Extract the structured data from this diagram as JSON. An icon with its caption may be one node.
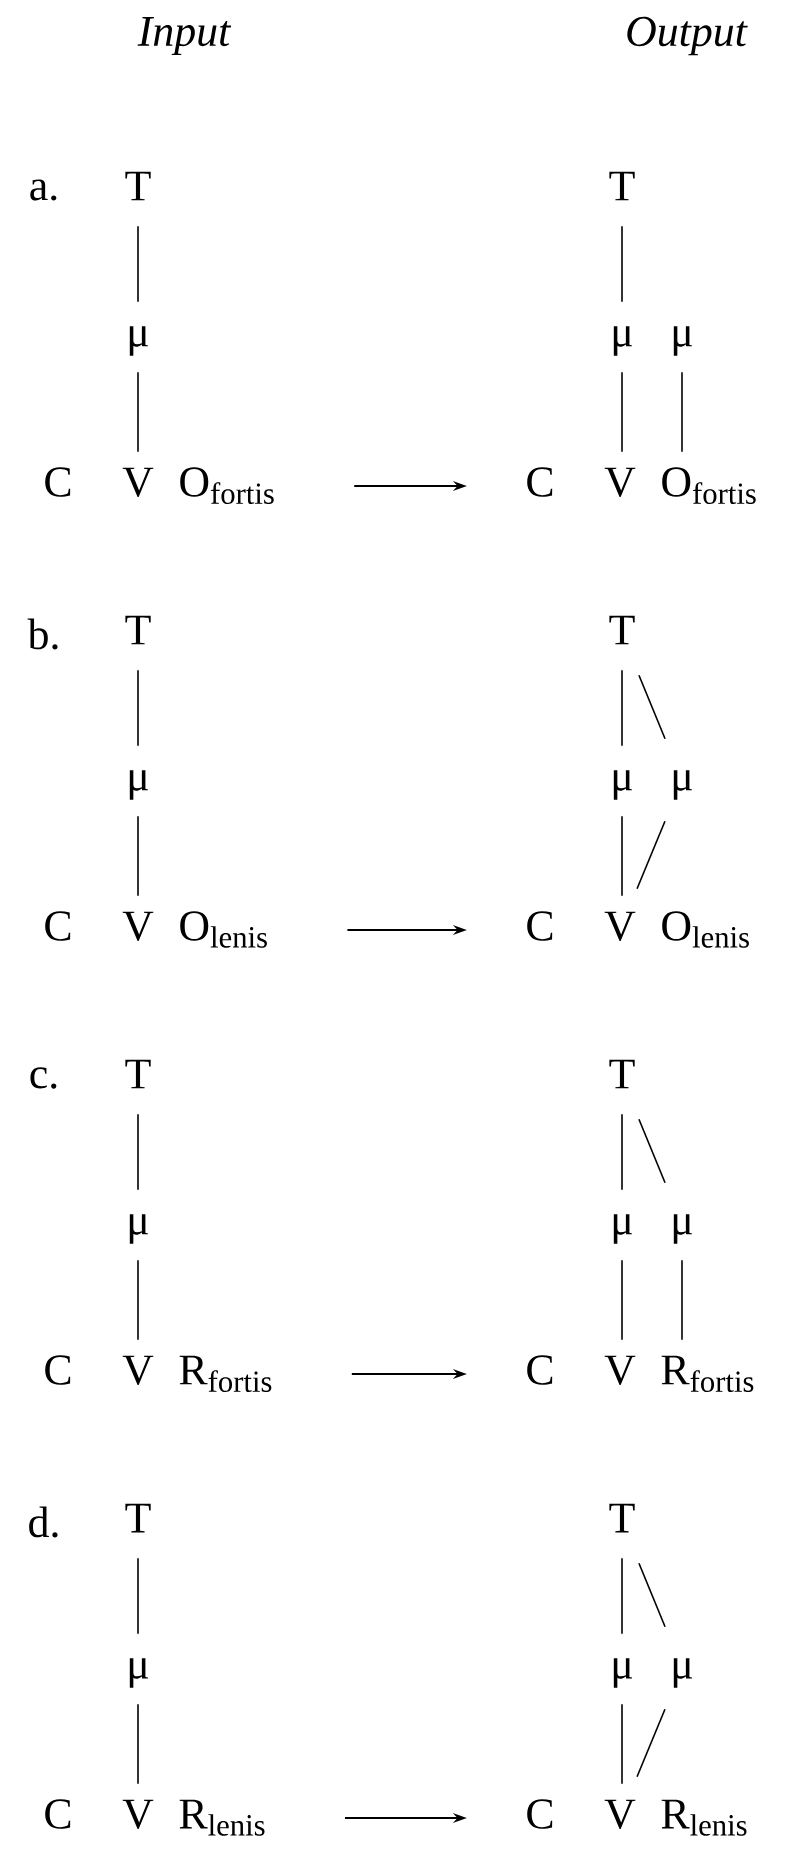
{
  "diagram": {
    "nodes": [
      {
        "text": [
          "T"
        ]
      },
      {
        "text": [
          "T"
        ]
      },
      {
        "text": [
          "μ"
        ]
      },
      {
        "text": [
          "μ"
        ]
      },
      {
        "text": [
          "μ"
        ]
      },
      {
        "text": [
          "C"
        ]
      },
      {
        "text": [
          "V"
        ]
      },
      {
        "text": [
          "O$_{fortis}$"
        ]
      },
      {
        "text": [
          "C"
        ]
      },
      {
        "text": [
          "V"
        ]
      },
      {
        "text": [
          "O$_{fortis}$"
        ]
      },
      {
        "text": [
          "T"
        ]
      },
      {
        "text": [
          "T"
        ]
      },
      {
        "text": [
          "μ"
        ]
      },
      {
        "text": [
          "μ"
        ]
      },
      {
        "text": [
          "μ"
        ]
      },
      {
        "text": [
          "C"
        ]
      },
      {
        "text": [
          "V"
        ]
      },
      {
        "text": [
          "O$_{lenis}$"
        ]
      },
      {
        "text": [
          "C"
        ]
      },
      {
        "text": [
          "V"
        ]
      },
      {
        "text": [
          "O$_{lenis}$"
        ]
      },
      {
        "text": [
          "T"
        ]
      },
      {
        "text": [
          "T"
        ]
      },
      {
        "text": [
          "μ"
        ]
      },
      {
        "text": [
          "μ"
        ]
      },
      {
        "text": [
          "μ"
        ]
      },
      {
        "text": [
          "C"
        ]
      },
      {
        "text": [
          "V"
        ]
      },
      {
        "text": [
          "R$_{fortis}$"
        ]
      },
      {
        "text": [
          "C"
        ]
      },
      {
        "text": [
          "V"
        ]
      },
      {
        "text": [
          "R$_{fortis}$"
        ]
      },
      {
        "text": [
          "T"
        ]
      },
      {
        "text": [
          "T"
        ]
      },
      {
        "text": [
          "μ"
        ]
      },
      {
        "text": [
          "μ"
        ]
      },
      {
        "text": [
          "μ"
        ]
      },
      {
        "text": [
          "C"
        ]
      },
      {
        "text": [
          "V"
        ]
      },
      {
        "text": [
          "R$_{lenis}$"
        ]
      },
      {
        "text": [
          "C"
        ]
      },
      {
        "text": [
          "V"
        ]
      },
      {
        "text": [
          "R$_{lenis}$"
        ]
      }
    ],
    "edges": [
      {
        "from": 0,
        "to": 2,
        "arrow": "none"
      },
      {
        "from": 2,
        "to": 6,
        "arrow": "none"
      },
      {
        "from": 7,
        "to": 8,
        "arrow": "to"
      },
      {
        "from": 1,
        "to": 3,
        "arrow": "none"
      },
      {
        "from": 3,
        "to": 9,
        "arrow": "none"
      },
      {
        "from": 4,
        "to": 10,
        "arrow": "none"
      },
      {
        "from": 11,
        "to": 13,
        "arrow": "none"
      },
      {
        "from": 13,
        "to": 17,
        "arrow": "none"
      },
      {
        "from": 18,
        "to": 19,
        "arrow": "to"
      },
      {
        "from": 12,
        "to": 14,
        "arrow": "none"
      },
      {
        "from": 12,
        "to": 15,
        "arrow": "none"
      },
      {
        "from": 14,
        "to": 20,
        "arrow": "none"
      },
      {
        "from": 15,
        "to": 20,
        "arrow": "none"
      },
      {
        "from": 22,
        "to": 24,
        "arrow": "none"
      },
      {
        "from": 24,
        "to": 28,
        "arrow": "none"
      },
      {
        "from": 29,
        "to": 30,
        "arrow": "to"
      },
      {
        "from": 23,
        "to": 25,
        "arrow": "none"
      },
      {
        "from": 23,
        "to": 26,
        "arrow": "none"
      },
      {
        "from": 25,
        "to": 31,
        "arrow": "none"
      },
      {
        "from": 26,
        "to": 32,
        "arrow": "none"
      },
      {
        "from": 33,
        "to": 35,
        "arrow": "none"
      },
      {
        "from": 35,
        "to": 39,
        "arrow": "none"
      },
      {
        "from": 40,
        "to": 41,
        "arrow": "to"
      },
      {
        "from": 34,
        "to": 36,
        "arrow": "none"
      },
      {
        "from": 34,
        "to": 37,
        "arrow": "none"
      },
      {
        "from": 36,
        "to": 42,
        "arrow": "none"
      },
      {
        "from": 37,
        "to": 42,
        "arrow": "none"
      }
    ],
    "labels": [
      "Input",
      "Output",
      "a.",
      "b.",
      "c.",
      "d."
    ]
  }
}
